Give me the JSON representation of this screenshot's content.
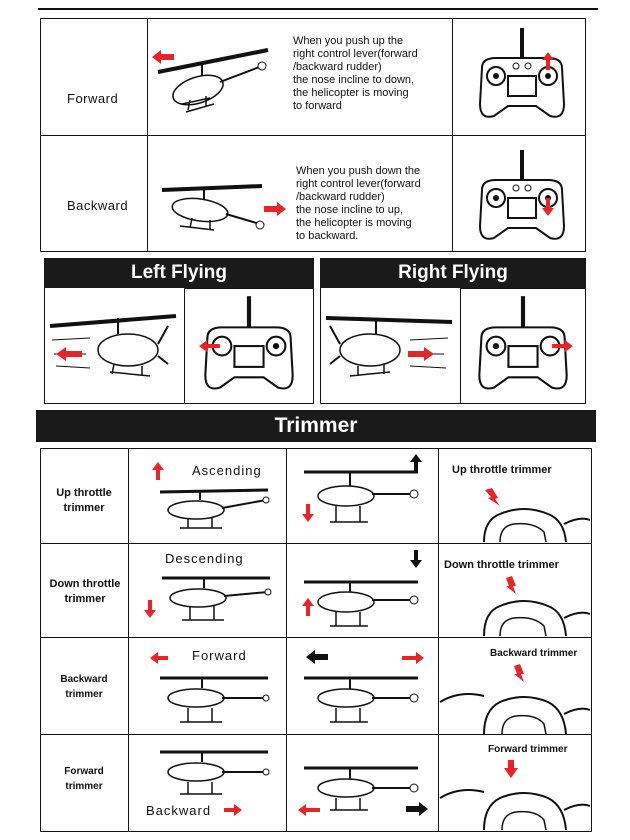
{
  "directions": {
    "forward": {
      "label": "Forward",
      "description": "When you push up the\nright control lever(forward\n/backward rudder)\nthe nose incline to down,\nthe helicopter is moving\nto forward"
    },
    "backward": {
      "label": "Backward",
      "description": "When you push down the\nright control lever(forward\n/backward rudder)\nthe nose incline to up,\nthe helicopter is moving\nto backward."
    }
  },
  "flying": {
    "left": "Left Flying",
    "right": "Right Flying"
  },
  "trimmer": {
    "title": "Trimmer",
    "rows": [
      {
        "label": "Up throttle\ntrimmer",
        "motion": "Ascending",
        "trimmer_name": "Up throttle trimmer"
      },
      {
        "label": "Down throttle\ntrimmer",
        "motion": "Descending",
        "trimmer_name": "Down throttle trimmer"
      },
      {
        "label": "Backward\ntrimmer",
        "motion": "Forward",
        "trimmer_name": "Backward trimmer"
      },
      {
        "label": "Forward\ntrimmer",
        "motion": "Backward",
        "trimmer_name": "Forward trimmer"
      }
    ]
  },
  "colors": {
    "arrow": "#e8232a",
    "ink": "#111111",
    "band": "#1a1a1a"
  }
}
